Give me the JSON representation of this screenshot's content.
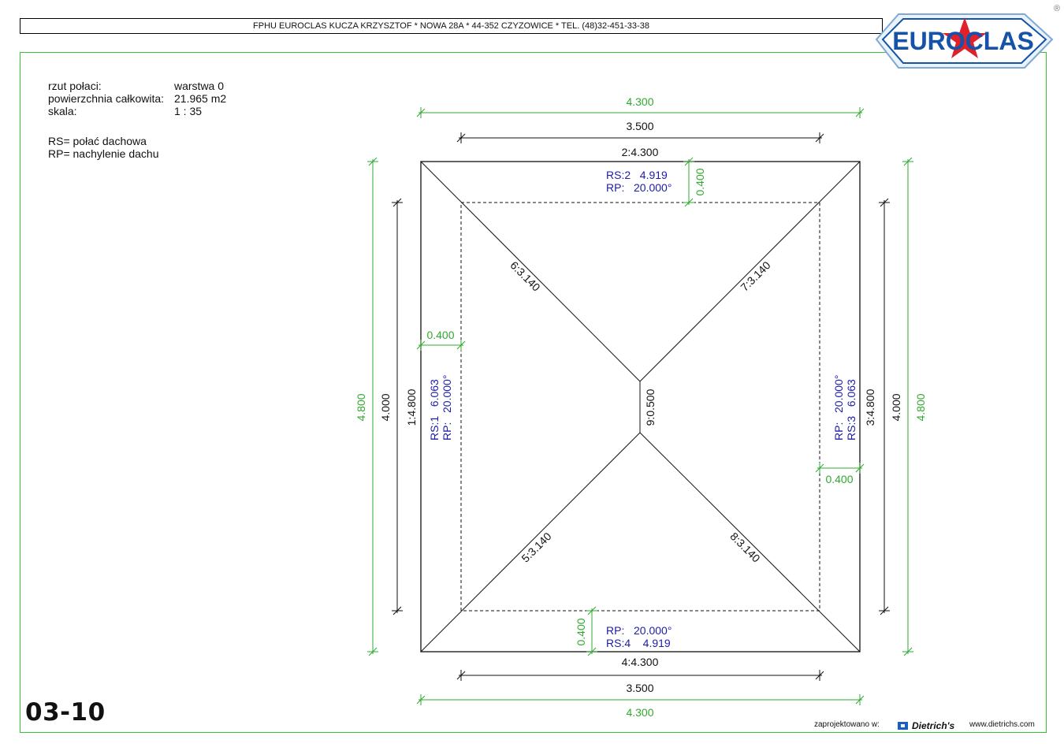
{
  "header": {
    "company_line": "FPHU EUROCLAS KUCZA KRZYSZTOF * NOWA 28A * 44-352 CZYZOWICE * TEL. (48)32-451-33-38",
    "logo_text": "EUROCLAS",
    "registered_mark": "®"
  },
  "info": {
    "rows": [
      {
        "label": "rzut połaci:",
        "value": "warstwa 0"
      },
      {
        "label": "powierzchnia całkowita:",
        "value": "21.965 m2"
      },
      {
        "label": "skala:",
        "value": "1 : 35"
      }
    ],
    "legend": [
      "RS= połać dachowa",
      "RP= nachylenie dachu"
    ]
  },
  "drawing_code": "03-10",
  "footer": {
    "designed_with": "zaprojektowano w:",
    "brand": "Dietrich's",
    "url": "www.dietrichs.com"
  },
  "dimensions": {
    "top_outer": "4.300",
    "top_inner": "3.500",
    "bottom_inner": "3.500",
    "bottom_outer": "4.300",
    "left_outer": "4.800",
    "left_inner": "4.000",
    "right_inner": "4.000",
    "right_outer": "4.800",
    "overhang_top": "0.400",
    "overhang_left": "0.400",
    "overhang_right": "0.400",
    "overhang_bottom": "0.400"
  },
  "edges": {
    "top": "2:4.300",
    "left": "1:4.800",
    "right": "3:4.800",
    "bottom": "4:4.300",
    "hip_tl": "6:3.140",
    "hip_tr": "7:3.140",
    "hip_bl": "5:3.140",
    "hip_br": "8:3.140",
    "ridge": "9:0.500"
  },
  "planes": {
    "top": {
      "rs": "RS:2   4.919",
      "rp": "RP:   20.000°"
    },
    "left": {
      "rs": "RS:1   6.063",
      "rp": "RP:   20.000°"
    },
    "right": {
      "rp": "RP:   20.000°",
      "rs": "RS:3   6.063"
    },
    "bottom": {
      "rp": "RP:   20.000°",
      "rs": "RS:4    4.919"
    }
  },
  "colors": {
    "dimension_green": "#2fa82f",
    "plane_blue": "#1c1ca8",
    "logo_blue": "#1553a8",
    "logo_red": "#e0202a",
    "frame_green": "#36c236"
  }
}
